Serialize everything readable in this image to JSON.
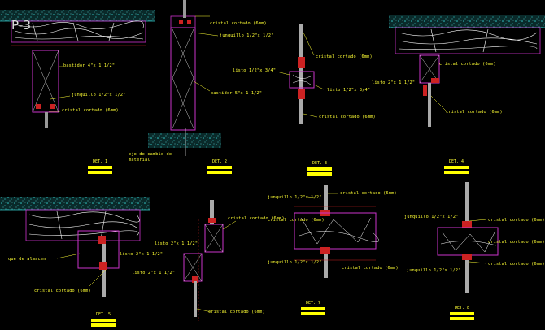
{
  "drawing": {
    "title_mark": "P-3",
    "colors": {
      "background": "#000000",
      "label": "#ffff33",
      "outline": "#cc33cc",
      "concrete": "#33cccc",
      "wood": "#ffffff",
      "glass": "#cccccc",
      "gasket": "#cc2222",
      "dimension": "#cc2222",
      "tag": "#ffff00",
      "axis": "#33cc33"
    },
    "labels": {
      "d1_bastidor": "bastidor 4\"x 1 1/2\"",
      "d1_junquillo": "junquillo 1/2\"x 1/2\"",
      "d1_cristal": "cristal cortado (6mm)",
      "d2_cristal": "cristal cortado (6mm)",
      "d2_junquillo": "junquillo 1/2\"x 1/2\"",
      "d2_bastidor": "bastidor 5\"x 1 1/2\"",
      "d2_eje": "eje de cambio de material",
      "d3_cristal_top": "cristal cortado (6mm)",
      "d3_listo_left": "listo 1/2\"x 3/4\"",
      "d3_listo_right": "listo 1/2\"x 3/4\"",
      "d3_cristal_bot": "cristal cortado (6mm)",
      "d4_cristal": "cristal cortado (6mm)",
      "d4_listo": "listo 2\"x 1 1/2\"",
      "d4_cristal_bot": "cristal cortado (6mm)",
      "d5_wall": "que de almacen",
      "d5_listo": "listo 2\"x 1 1/2\"",
      "d5_cristal": "cristal cortado (6mm)",
      "d6_cristal_top": "cristal cortado (6mm)",
      "d6_listo_top": "listo 2\"x 1 1/2\"",
      "d6_listo_bot": "listo 2\"x 1 1/2\"",
      "d6_cristal_bot": "cristal cortado (6mm)",
      "d7_junq_top": "junquillo 1/2\"x 1/2\"",
      "d7_cristal_top": "cristal cortado (6mm)",
      "d7_cristal_mid": "cristal cortado (6mm)",
      "d7_junq_bot": "junquillo 1/2\"x 1/2\"",
      "d7_cristal_bot": "cristal cortado (6mm)",
      "d8_junq_top": "junquillo 1/2\"x 1/2\"",
      "d8_cristal_top": "cristal cortado (6mm)",
      "d8_cristal_mid": "cristal cortado (6mm)",
      "d8_junq_bot": "junquillo 1/2\"x 1/2\"",
      "d8_cristal_bot": "cristal cortado (6mm)"
    },
    "detail_tags": [
      {
        "id": "1",
        "text": "DET. 1"
      },
      {
        "id": "2",
        "text": "DET. 2"
      },
      {
        "id": "3",
        "text": "DET. 3"
      },
      {
        "id": "4",
        "text": "DET. 4"
      },
      {
        "id": "5",
        "text": "DET. 5"
      },
      {
        "id": "7",
        "text": "DET. 7"
      },
      {
        "id": "8",
        "text": "DET. 8"
      }
    ]
  }
}
